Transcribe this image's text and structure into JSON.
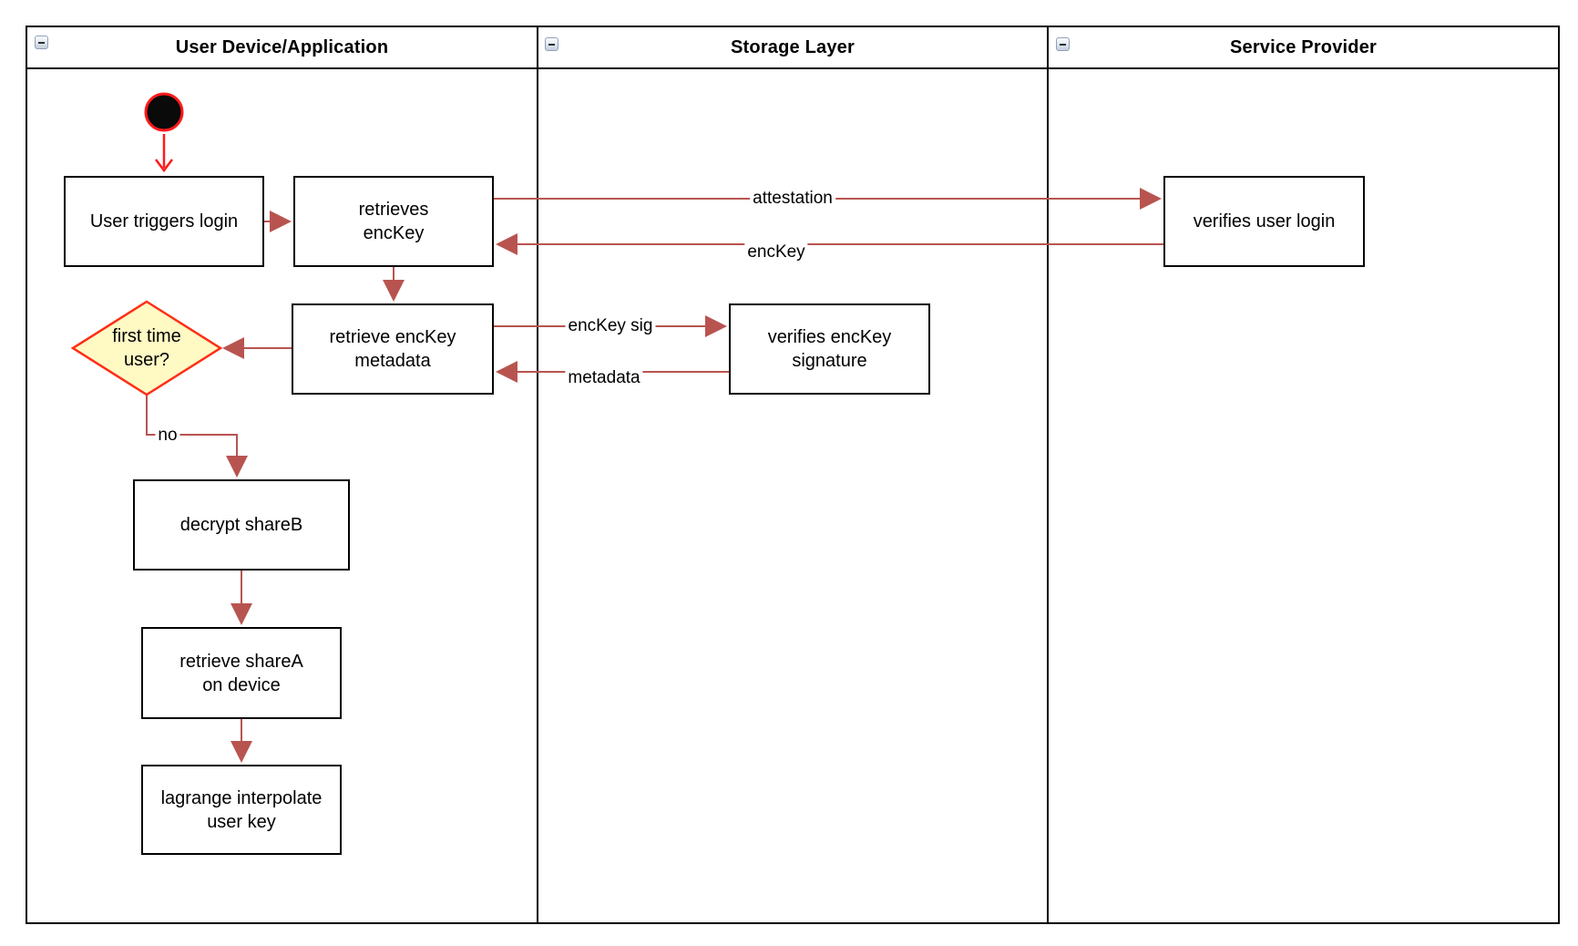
{
  "lanes": [
    {
      "label": "User Device/Application"
    },
    {
      "label": "Storage Layer"
    },
    {
      "label": "Service Provider"
    }
  ],
  "nodes": {
    "start": {
      "type": "initial-state"
    },
    "user_triggers_login": {
      "label": "User triggers login"
    },
    "retrieves_enckey": {
      "label": "retrieves\nencKey"
    },
    "retrieve_enckey_metadata": {
      "label": "retrieve encKey\nmetadata"
    },
    "verifies_enckey_signature": {
      "label": "verifies encKey\nsignature"
    },
    "verifies_user_login": {
      "label": "verifies user login"
    },
    "first_time_user": {
      "label": "first time\nuser?"
    },
    "decrypt_shareb": {
      "label": "decrypt shareB"
    },
    "retrieve_sharea": {
      "label": "retrieve shareA\non device"
    },
    "lagrange_interpolate": {
      "label": "lagrange interpolate\nuser key"
    }
  },
  "edges": {
    "attestation": {
      "label": "attestation"
    },
    "enckey": {
      "label": "encKey"
    },
    "enckey_sig": {
      "label": "encKey sig"
    },
    "metadata": {
      "label": "metadata"
    },
    "no_branch": {
      "label": "no"
    }
  },
  "colors": {
    "edge-color": "#b85450",
    "flow-red": "#ff1a1a",
    "decision-fill": "#fff9c4",
    "decision-stroke": "#ff2d16",
    "shape-fill": "#ffffff",
    "shape-border": "#000000",
    "frame-border": "#000000",
    "text-color": "#000000"
  }
}
